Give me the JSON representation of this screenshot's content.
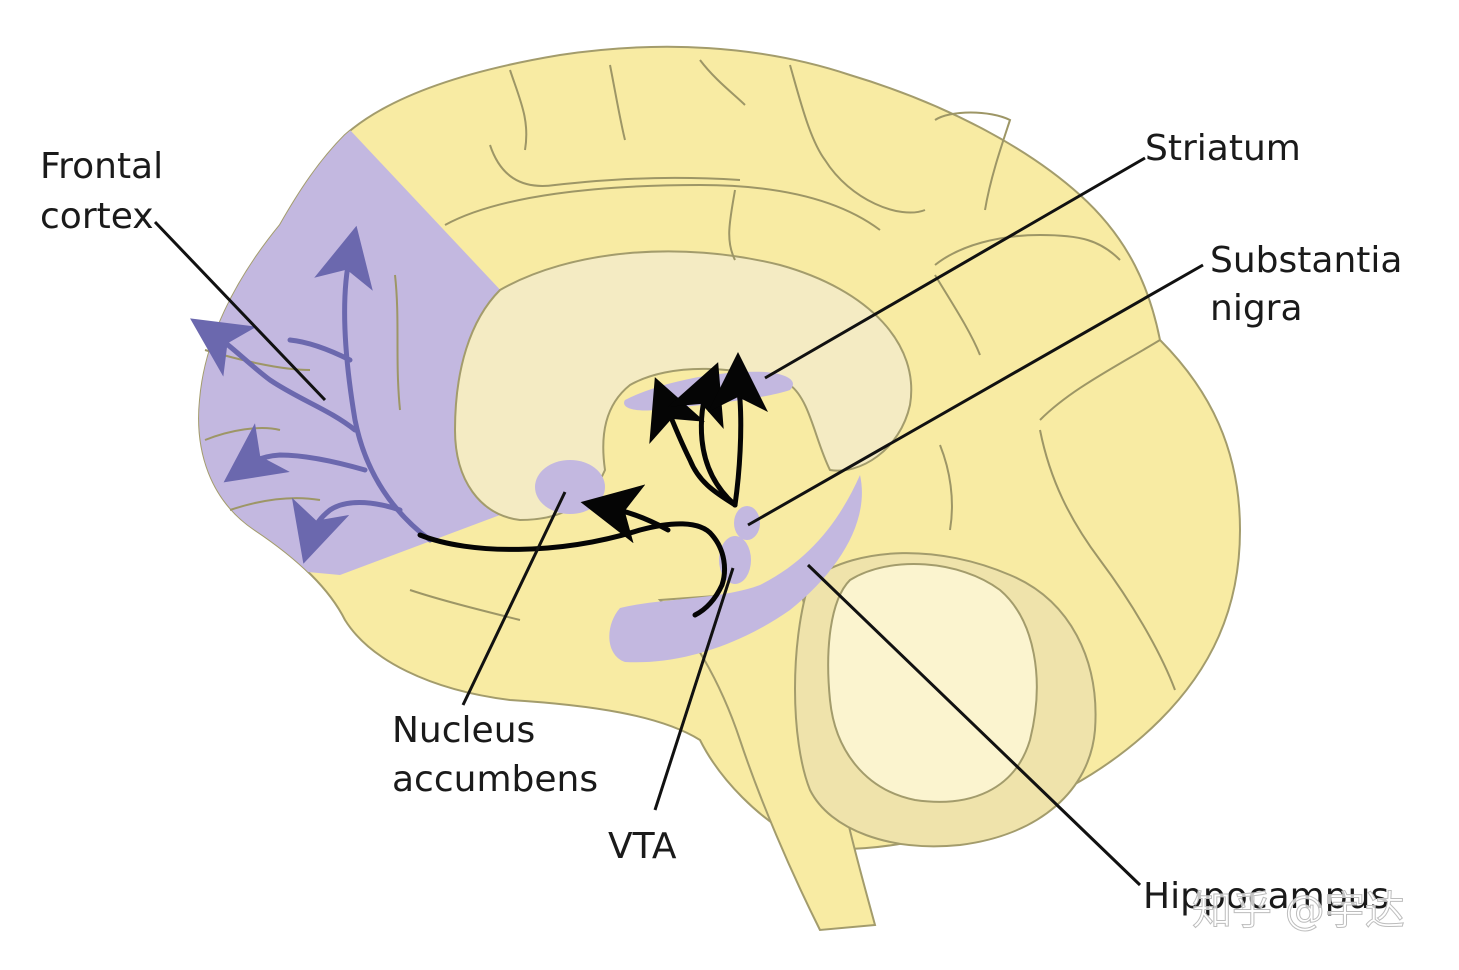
{
  "labels": {
    "frontal_cortex": [
      "Frontal",
      "cortex"
    ],
    "striatum": "Striatum",
    "substantia_nigra": [
      "Substantia",
      "nigra"
    ],
    "nucleus_accumbens": [
      "Nucleus",
      "accumbens"
    ],
    "vta": "VTA",
    "hippocampus": "Hippocampus"
  },
  "watermark": "知乎 @宇达",
  "colors": {
    "brain_fill": "#f8eba3",
    "inner_fill": "#f4ebc3",
    "dopamine_region": "#c3b8e0",
    "frontal_pathway": "#6b68ae",
    "cerebellum_outer": "#efe3ab",
    "cerebellum_inner": "#fbf4cf",
    "leader_line": "#111111"
  }
}
